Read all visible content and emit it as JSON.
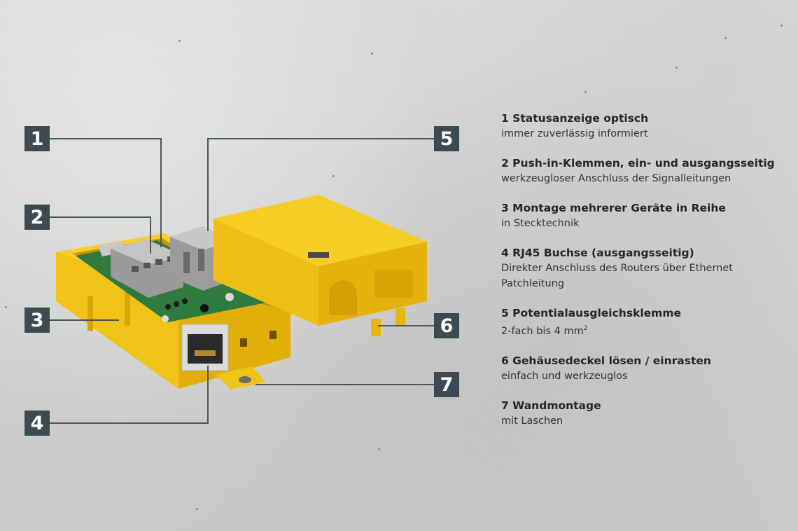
{
  "callouts": [
    {
      "number": "1"
    },
    {
      "number": "2"
    },
    {
      "number": "3"
    },
    {
      "number": "4"
    },
    {
      "number": "5"
    },
    {
      "number": "6"
    },
    {
      "number": "7"
    }
  ],
  "legend": [
    {
      "title": "1 Statusanzeige optisch",
      "desc": "immer zuverlässig informiert"
    },
    {
      "title": "2 Push-in-Klemmen, ein- und ausgangsseitig",
      "desc": "werkzeugloser Anschluss der Signalleitungen"
    },
    {
      "title": "3 Montage mehrerer Geräte in Reihe",
      "desc": "in Stecktechnik"
    },
    {
      "title": "4 RJ45 Buchse (ausgangsseitig)",
      "desc": "Direkter Anschluss des Routers über Ethernet Patchleitung"
    },
    {
      "title": "5 Potentialausgleichsklemme",
      "desc": "2-fach bis 4 mm",
      "desc_sup": "2"
    },
    {
      "title": "6 Gehäusedeckel lösen / einrasten",
      "desc": "einfach und werkzeuglos"
    },
    {
      "title": "7  Wandmontage",
      "desc": "mit Laschen"
    }
  ],
  "colors": {
    "badge": "#3c4a52",
    "housing_yellow": "#f2c414",
    "pcb_green": "#2f7a3f",
    "terminal_grey": "#8f8f8f",
    "background": "#d6d6d4"
  },
  "icons": {
    "rj45": "ethernet-port-icon",
    "led": "status-led-icon"
  }
}
